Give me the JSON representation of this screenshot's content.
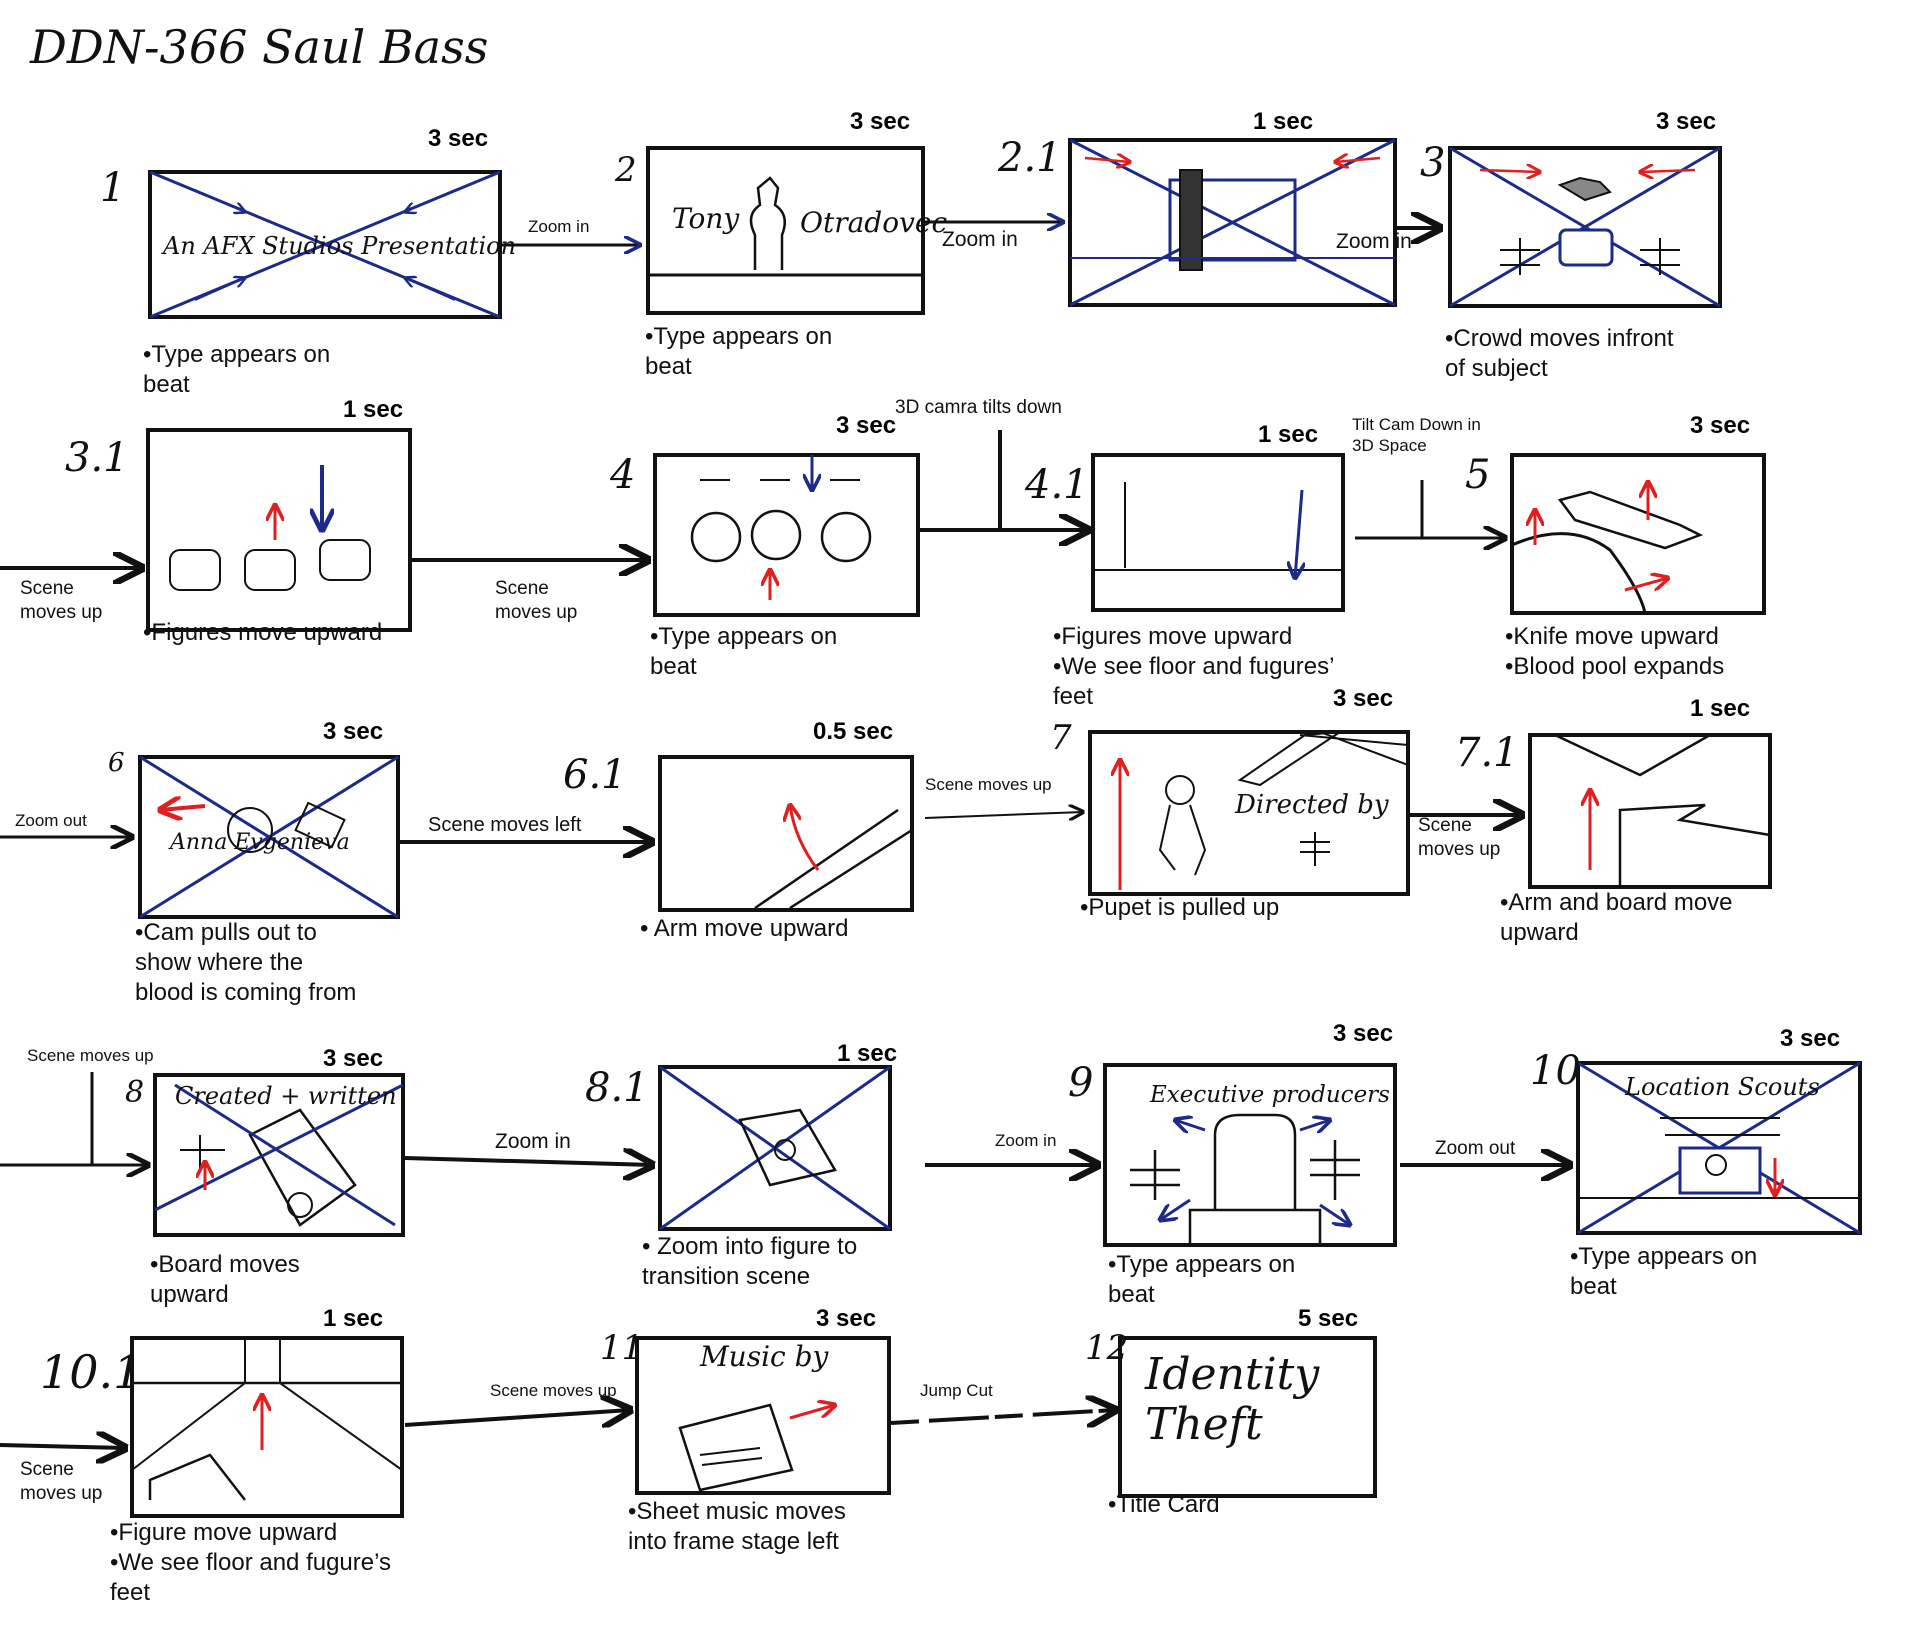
{
  "title": "DDN-366 Saul Bass",
  "colors": {
    "ink": "#111111",
    "blue": "#1c2a8a",
    "red": "#e02020",
    "frame_fill": "#ffffff"
  },
  "frames": [
    {
      "id": "1",
      "duration": "3 sec",
      "panel_text": "An AFX Studios Presentation",
      "caption": "•Type appears on\nbeat"
    },
    {
      "id": "2",
      "duration": "3 sec",
      "panel_text_left": "Tony",
      "panel_text_right": "Otradovec",
      "caption": "•Type appears on\nbeat"
    },
    {
      "id": "2.1",
      "duration": "1 sec",
      "caption": ""
    },
    {
      "id": "3",
      "duration": "3 sec",
      "caption": "•Crowd moves infront\nof subject"
    },
    {
      "id": "3.1",
      "duration": "1 sec",
      "caption": "•Figures move upward"
    },
    {
      "id": "4",
      "duration": "3 sec",
      "caption": "•Type appears on\nbeat"
    },
    {
      "id": "4.1",
      "duration": "1 sec",
      "caption": "•Figures move upward\n•We see floor and fugures’\n  feet"
    },
    {
      "id": "5",
      "duration": "3 sec",
      "caption": "•Knife move upward\n•Blood pool expands"
    },
    {
      "id": "6",
      "duration": "3 sec",
      "panel_text": "Anna Evgenieva",
      "caption": "•Cam pulls out to\nshow where the\nblood is coming from"
    },
    {
      "id": "6.1",
      "duration": "0.5 sec",
      "caption": "• Arm move upward"
    },
    {
      "id": "7",
      "duration": "3 sec",
      "panel_text": "Directed by",
      "caption": "•Pupet is pulled up"
    },
    {
      "id": "7.1",
      "duration": "1 sec",
      "caption": "•Arm and board move\n upward"
    },
    {
      "id": "8",
      "duration": "3 sec",
      "panel_text": "Created + written",
      "caption": "•Board moves\nupward"
    },
    {
      "id": "8.1",
      "duration": "1 sec",
      "caption": "• Zoom into figure to\n  transition scene"
    },
    {
      "id": "9",
      "duration": "3 sec",
      "panel_text": "Executive producers",
      "caption": "•Type appears on\nbeat"
    },
    {
      "id": "10",
      "duration": "3 sec",
      "panel_text": "Location Scouts",
      "caption": "•Type appears on\nbeat"
    },
    {
      "id": "10.1",
      "duration": "1 sec",
      "caption": "•Figure move upward\n•We see floor and fugure’s\n feet"
    },
    {
      "id": "11",
      "duration": "3 sec",
      "panel_text": "Music by",
      "caption": "•Sheet music moves\ninto frame stage left"
    },
    {
      "id": "12",
      "duration": "5 sec",
      "panel_text": "Identity\nTheft",
      "caption": "•Title Card"
    }
  ],
  "transitions": {
    "t1_2": "Zoom in",
    "t2_21": "Zoom in",
    "t21_3": "Zoom in",
    "t_in_31": "Scene\nmoves up",
    "t31_4": "Scene\nmoves up",
    "t4_41": "3D camra tilts down",
    "t41_5": "Tilt Cam Down in\n3D Space",
    "t_in_6": "Zoom out",
    "t6_61": "Scene moves left",
    "t61_7": "Scene moves up",
    "t7_71": "Scene\nmoves up",
    "t_in_8": "Scene moves up",
    "t8_81": "Zoom in",
    "t81_9": "Zoom in",
    "t9_10": "Zoom out",
    "t_in_101": "Scene\nmoves up",
    "t101_11": "Scene moves up",
    "t11_12": "Jump Cut"
  }
}
